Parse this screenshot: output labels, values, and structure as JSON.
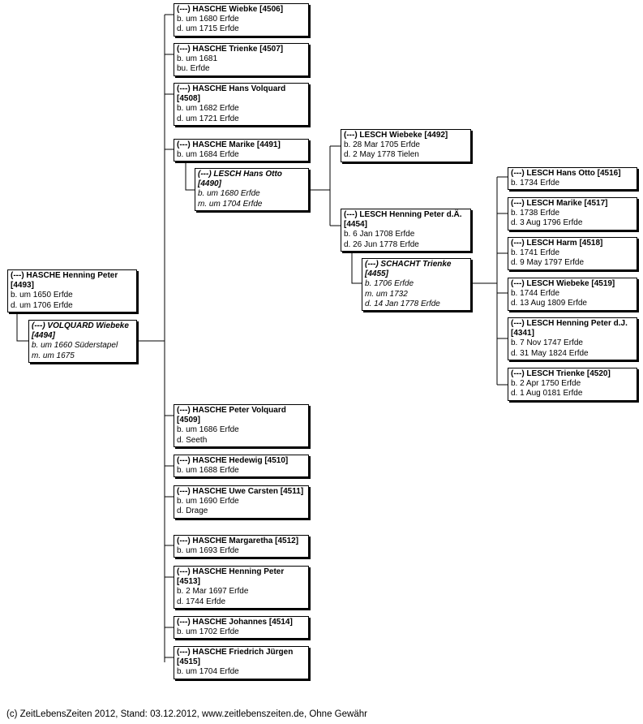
{
  "persons": [
    {
      "id": "p4493",
      "name": "(---) HASCHE Henning Peter [4493]",
      "lines": [
        "b. um 1650 Erfde",
        "d. um 1706 Erfde"
      ],
      "spouse": false
    },
    {
      "id": "p4494",
      "name": "(---) VOLQUARD Wiebeke [4494]",
      "lines": [
        "b. um 1660 Süderstapel",
        "m. um 1675"
      ],
      "spouse": true
    },
    {
      "id": "p4506",
      "name": "(---) HASCHE Wiebke [4506]",
      "lines": [
        "b. um 1680 Erfde",
        "d. um 1715 Erfde"
      ],
      "spouse": false
    },
    {
      "id": "p4507",
      "name": "(---) HASCHE Trienke [4507]",
      "lines": [
        "b. um 1681",
        "bu.  Erfde"
      ],
      "spouse": false
    },
    {
      "id": "p4508",
      "name": "(---) HASCHE Hans Volquard [4508]",
      "lines": [
        "b. um 1682 Erfde",
        "d. um 1721 Erfde"
      ],
      "spouse": false
    },
    {
      "id": "p4491",
      "name": "(---) HASCHE Marike [4491]",
      "lines": [
        "b. um 1684 Erfde"
      ],
      "spouse": false
    },
    {
      "id": "p4490",
      "name": "(---) LESCH Hans Otto [4490]",
      "lines": [
        "b. um 1680 Erfde",
        "m. um 1704 Erfde"
      ],
      "spouse": true
    },
    {
      "id": "p4509",
      "name": "(---) HASCHE Peter Volquard [4509]",
      "lines": [
        "b. um 1686 Erfde",
        "d.  Seeth"
      ],
      "spouse": false
    },
    {
      "id": "p4510",
      "name": "(---) HASCHE Hedewig [4510]",
      "lines": [
        "b. um 1688 Erfde"
      ],
      "spouse": false
    },
    {
      "id": "p4511",
      "name": "(---) HASCHE Uwe Carsten [4511]",
      "lines": [
        "b. um 1690 Erfde",
        "d.  Drage"
      ],
      "spouse": false
    },
    {
      "id": "p4512",
      "name": "(---) HASCHE Margaretha [4512]",
      "lines": [
        "b. um 1693 Erfde"
      ],
      "spouse": false
    },
    {
      "id": "p4513",
      "name": "(---) HASCHE Henning Peter [4513]",
      "lines": [
        "b. 2 Mar 1697 Erfde",
        "d. 1744 Erfde"
      ],
      "spouse": false
    },
    {
      "id": "p4514",
      "name": "(---) HASCHE Johannes [4514]",
      "lines": [
        "b. um 1702 Erfde"
      ],
      "spouse": false
    },
    {
      "id": "p4515",
      "name": "(---) HASCHE Friedrich Jürgen [4515]",
      "lines": [
        "b. um 1704 Erfde"
      ],
      "spouse": false
    },
    {
      "id": "p4492",
      "name": "(---) LESCH Wiebeke [4492]",
      "lines": [
        "b. 28 Mar 1705 Erfde",
        "d. 2 May 1778 Tielen"
      ],
      "spouse": false
    },
    {
      "id": "p4454",
      "name": "(---) LESCH Henning Peter d.Ä. [4454]",
      "lines": [
        "b. 6 Jan 1708 Erfde",
        "d. 26 Jun 1778 Erfde"
      ],
      "spouse": false
    },
    {
      "id": "p4455",
      "name": "(---) SCHACHT Trienke [4455]",
      "lines": [
        "b. 1706 Erfde",
        "m. um 1732",
        "d. 14 Jan 1778 Erfde"
      ],
      "spouse": true
    },
    {
      "id": "p4516",
      "name": "(---) LESCH Hans Otto [4516]",
      "lines": [
        "b. 1734 Erfde"
      ],
      "spouse": false
    },
    {
      "id": "p4517",
      "name": "(---) LESCH Marike [4517]",
      "lines": [
        "b. 1738 Erfde",
        "d. 3 Aug 1796 Erfde"
      ],
      "spouse": false
    },
    {
      "id": "p4518",
      "name": "(---) LESCH Harm [4518]",
      "lines": [
        "b. 1741 Erfde",
        "d. 9 May 1797 Erfde"
      ],
      "spouse": false
    },
    {
      "id": "p4519",
      "name": "(---) LESCH Wiebeke [4519]",
      "lines": [
        "b. 1744 Erfde",
        "d. 13 Aug 1809 Erfde"
      ],
      "spouse": false
    },
    {
      "id": "p4341",
      "name": "(---) LESCH Henning Peter d.J. [4341]",
      "lines": [
        "b. 7 Nov 1747 Erfde",
        "d. 31 May 1824 Erfde"
      ],
      "spouse": false
    },
    {
      "id": "p4520",
      "name": "(---) LESCH Trienke [4520]",
      "lines": [
        "b. 2 Apr 1750 Erfde",
        "d. 1 Aug 0181 Erfde"
      ],
      "spouse": false
    }
  ],
  "footer": "(c) ZeitLebensZeiten 2012, Stand: 03.12.2012, www.zeitlebenszeiten.de, Ohne Gewähr"
}
